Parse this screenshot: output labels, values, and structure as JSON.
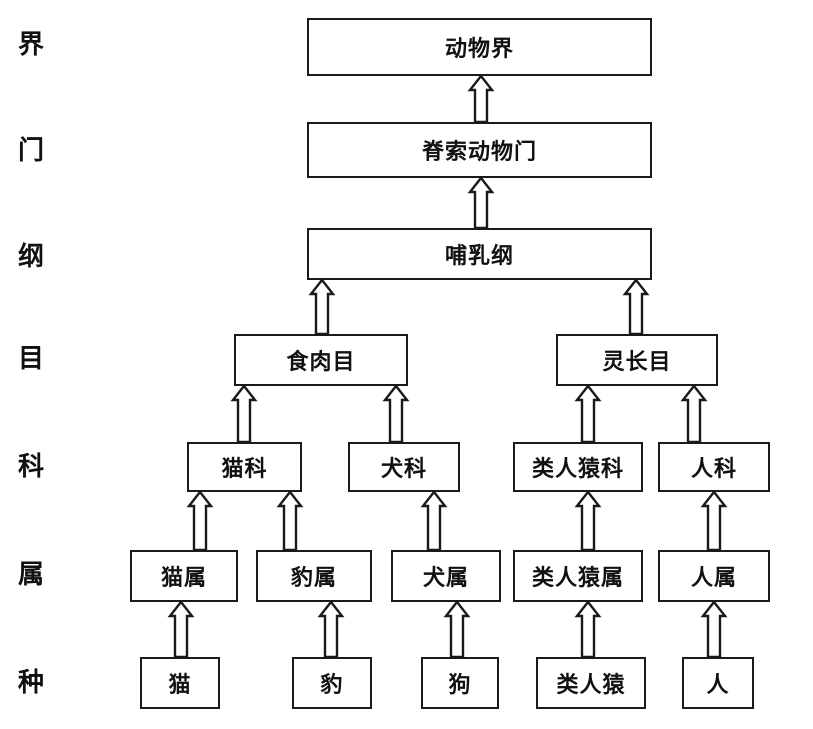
{
  "ranks": [
    "界",
    "门",
    "纲",
    "目",
    "科",
    "属",
    "种"
  ],
  "nodes": {
    "kingdom": "动物界",
    "phylum": "脊索动物门",
    "class": "哺乳纲",
    "order_carnivora": "食肉目",
    "order_primates": "灵长目",
    "family_felidae": "猫科",
    "family_canidae": "犬科",
    "family_apes": "类人猿科",
    "family_hominidae": "人科",
    "genus_cat": "猫属",
    "genus_leopard": "豹属",
    "genus_dog": "犬属",
    "genus_ape": "类人猿属",
    "genus_human": "人属",
    "species_cat": "猫",
    "species_leopard": "豹",
    "species_dog": "狗",
    "species_ape": "类人猿",
    "species_human": "人"
  }
}
